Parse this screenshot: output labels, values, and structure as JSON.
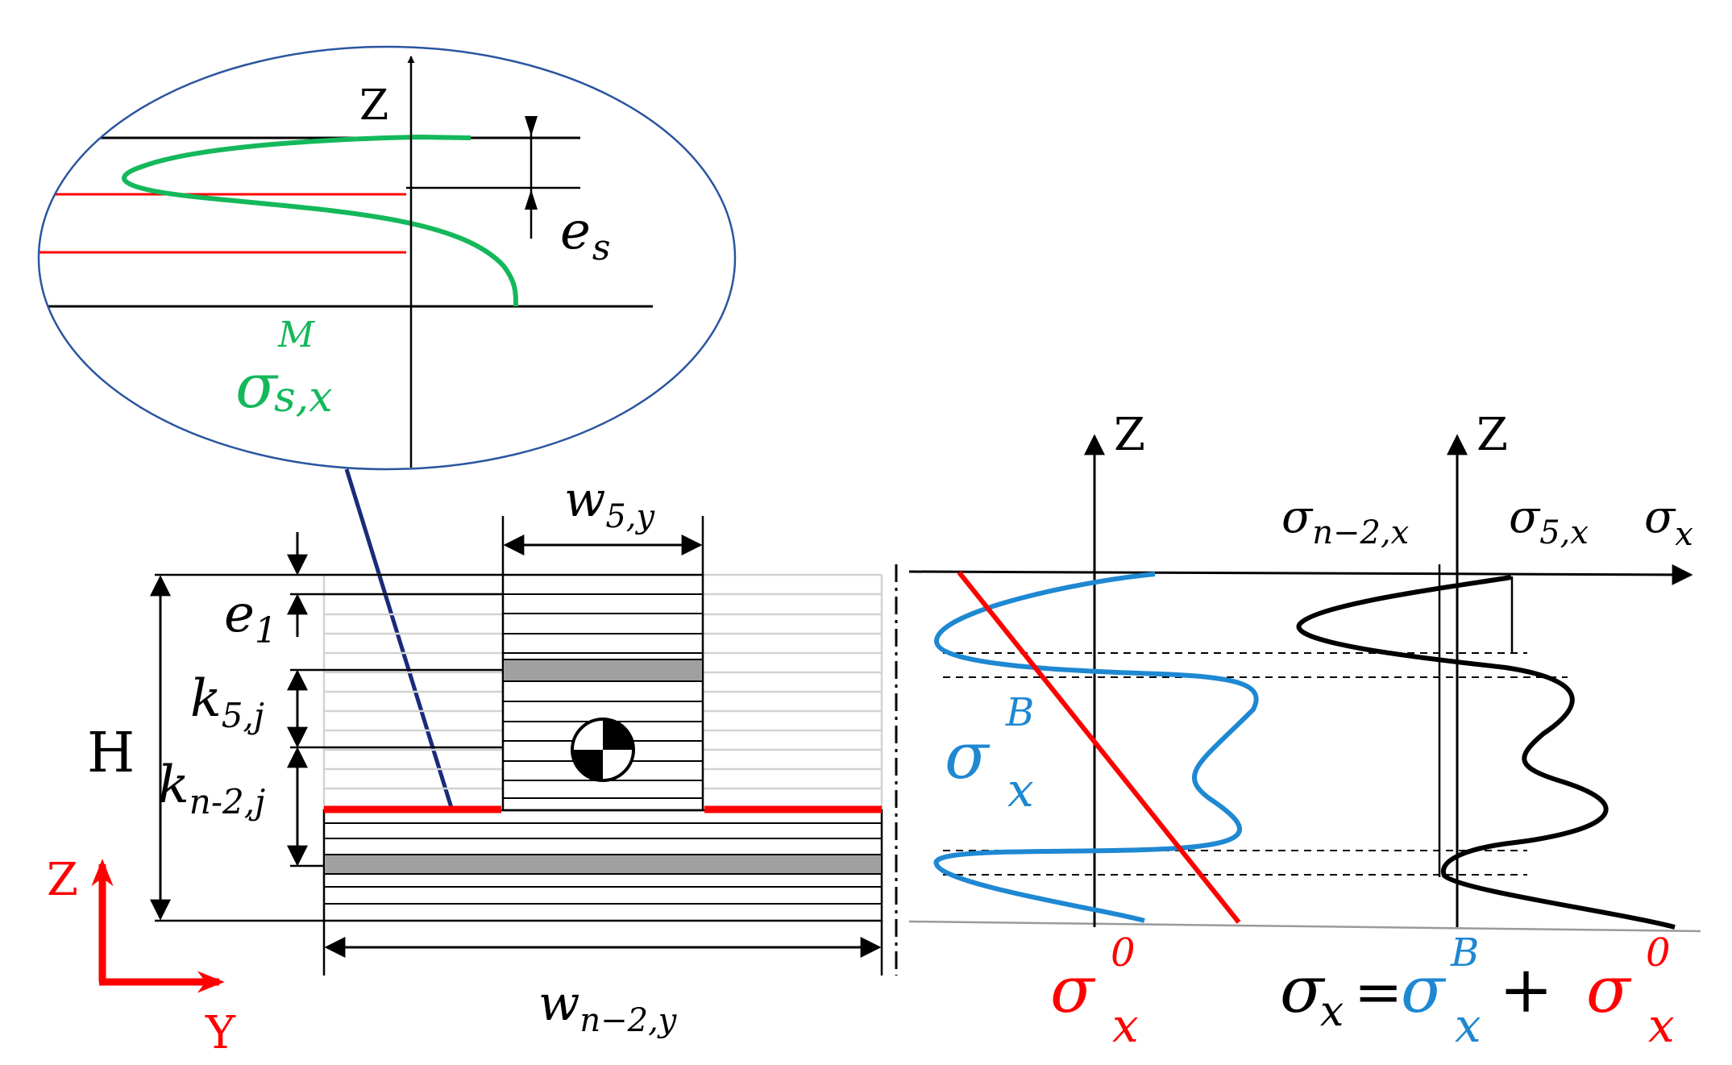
{
  "colors": {
    "black": "#000000",
    "red": "#ff0000",
    "blue": "#1e88d2",
    "green": "#14b85a",
    "navy": "#1a2b7a",
    "grey_fill": "#a0a0a0",
    "grey_line": "#cfcfcf"
  },
  "labels": {
    "zoom_z": "Z",
    "es_main": "e",
    "es_sub": "s",
    "sig_m_main": "σ",
    "sig_m_sup": "M",
    "sig_m_sub": "s,x",
    "w5_main": "w",
    "w5_sub": "5,y",
    "e1_main": "e",
    "e1_sub": "1",
    "k5_main": "k",
    "k5_sub": "5,j",
    "kn_main": "k",
    "kn_sub": "n-2,j",
    "H": "H",
    "wn_main": "w",
    "wn_sub": "n−2,y",
    "axis_z_left": "Z",
    "axis_y": "Y",
    "z_mid": "Z",
    "z_right": "Z",
    "sig_n2_main": "σ",
    "sig_n2_sub": "n−2,x",
    "sig_5_main": "σ",
    "sig_5_sub": "5,x",
    "sigx_main": "σ",
    "sigx_sub": "x",
    "sigB_main": "σ",
    "sigB_sup": "B",
    "sigB_sub": "x",
    "sig0_main": "σ",
    "sig0_sup": "0",
    "sig0_sub": "x",
    "eq_lhs": "σ",
    "eq_lhs_sub": "x",
    "eq_equals": "=",
    "eq_b": "σ",
    "eq_b_sup": "B",
    "eq_b_sub": "x",
    "eq_plus": "+",
    "eq_0": "σ",
    "eq_0_sup": "0",
    "eq_0_sub": "x"
  }
}
